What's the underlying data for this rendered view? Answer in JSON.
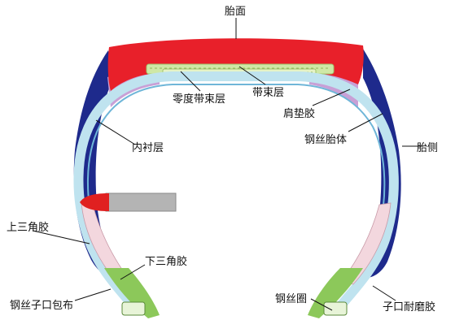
{
  "labels": {
    "tread": "胎面",
    "zero_degree_belt": "零度带束层",
    "belt": "带束层",
    "shoulder_pad": "肩垫胶",
    "inner_liner": "内衬层",
    "steel_cord_carcass": "钢丝胎体",
    "sidewall": "胎侧",
    "upper_apex": "上三角胶",
    "lower_apex": "下三角胶",
    "steel_chafer": "钢丝子口包布",
    "bead_wire": "钢丝圈",
    "rim_cushion": "子口耐磨胶"
  },
  "colors": {
    "tread": "#e8202a",
    "sidewall": "#1e2a8c",
    "carcass": "#bfe3ef",
    "inner_liner": "#9fd0e6",
    "belt": "#cfe8a6",
    "shoulder_pad": "#c8a0d6",
    "apex": "#f3d7de",
    "chafer": "#8cc85a",
    "valve_body": "#b4b4b4",
    "valve_tip": "#e02020"
  }
}
